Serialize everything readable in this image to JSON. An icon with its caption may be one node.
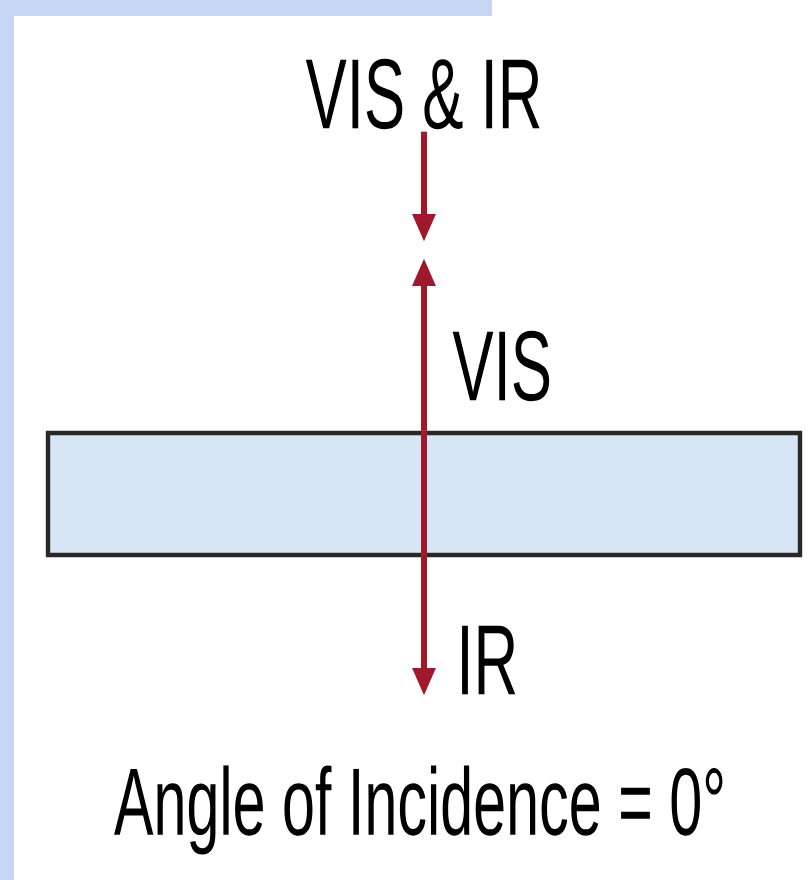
{
  "diagram": {
    "caption": "Angle of Incidence = 0°",
    "nodes": [
      {
        "text": [
          "VIS & IR"
        ]
      },
      {
        "text": [],
        "shape": "box"
      }
    ],
    "edges": [
      {
        "from": 0,
        "to": null,
        "arrow": "to"
      },
      {
        "from": 1,
        "to": null,
        "arrow": "to",
        "label": "VIS"
      },
      {
        "from": 1,
        "to": null,
        "arrow": "to",
        "label": "IR"
      }
    ]
  }
}
